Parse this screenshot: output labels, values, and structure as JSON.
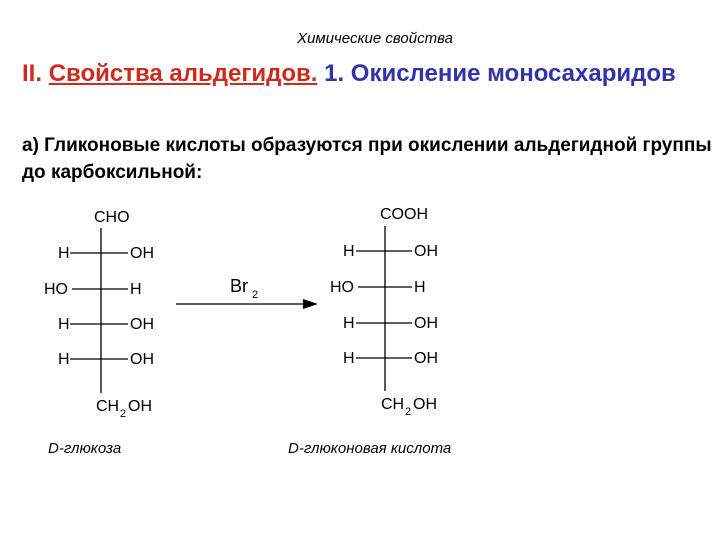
{
  "header": "Химические свойства",
  "title": {
    "roman": "II.",
    "section": "Свойства альдегидов.",
    "rest": "1. Окисление моносахаридов"
  },
  "subtitle": "а) Гликоновые кислоты образуются при окислении альдегидной группы до карбоксильной:",
  "reactant": {
    "top": "CHO",
    "rows": [
      [
        "H",
        "OH"
      ],
      [
        "HO",
        "H"
      ],
      [
        "H",
        "OH"
      ],
      [
        "H",
        "OH"
      ]
    ],
    "bottom_ch": "CH",
    "bottom_sub": "2",
    "bottom_oh": "OH",
    "caption": "D-глюкоза"
  },
  "reagent": {
    "main": "Br",
    "sub": "2"
  },
  "product": {
    "top": "COOH",
    "rows": [
      [
        "H",
        "OH"
      ],
      [
        "HO",
        "H"
      ],
      [
        "H",
        "OH"
      ],
      [
        "H",
        "OH"
      ]
    ],
    "bottom_ch": "CH",
    "bottom_sub": "2",
    "bottom_oh": "OH",
    "caption": "D-глюконовая кислота"
  }
}
